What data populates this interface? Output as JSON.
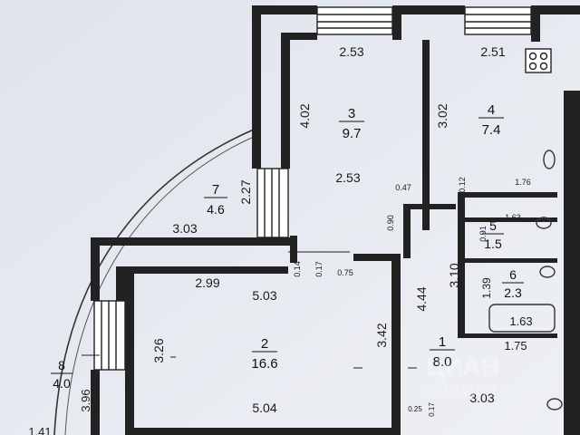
{
  "rooms": [
    {
      "num": "1",
      "area": "8.0"
    },
    {
      "num": "2",
      "area": "16.6"
    },
    {
      "num": "3",
      "area": "9.7"
    },
    {
      "num": "4",
      "area": "7.4"
    },
    {
      "num": "5",
      "area": "1.5"
    },
    {
      "num": "6",
      "area": "2.3"
    },
    {
      "num": "7",
      "area": "4.6"
    },
    {
      "num": "8",
      "area": "4.0"
    }
  ],
  "dimensions": {
    "room3_top": "2.53",
    "room3_left": "4.02",
    "room3_mid": "2.53",
    "room4_top": "2.51",
    "room4_left": "3.02",
    "balcony7_width": "2.27",
    "balcony7_length": "3.03",
    "room2_top": "2.99",
    "room2_inner": "5.03",
    "room2_right": "3.42",
    "room2_left": "3.26",
    "room2_bottom": "5.04",
    "hall_left": "4.44",
    "hall_mid": "3.10",
    "hall_bottom": "3.03",
    "bath_width": "1.63",
    "bath_side": "1.39",
    "toilet_side": "0.91",
    "toilet_top": "1.63",
    "wc_block_bottom": "1.75",
    "wc_block_top": "1.76",
    "small_047": "0.47",
    "small_012": "0.12",
    "small_090": "0.90",
    "small_014": "0.14",
    "small_017": "0.17",
    "small_075": "0.75",
    "small_025": "0.25",
    "small_017b": "0.17",
    "balcony8_side": "3.96",
    "bottom_left": "1.41"
  },
  "watermark": {
    "line1": "ЦИАН",
    "line2": "ID 11191637"
  }
}
